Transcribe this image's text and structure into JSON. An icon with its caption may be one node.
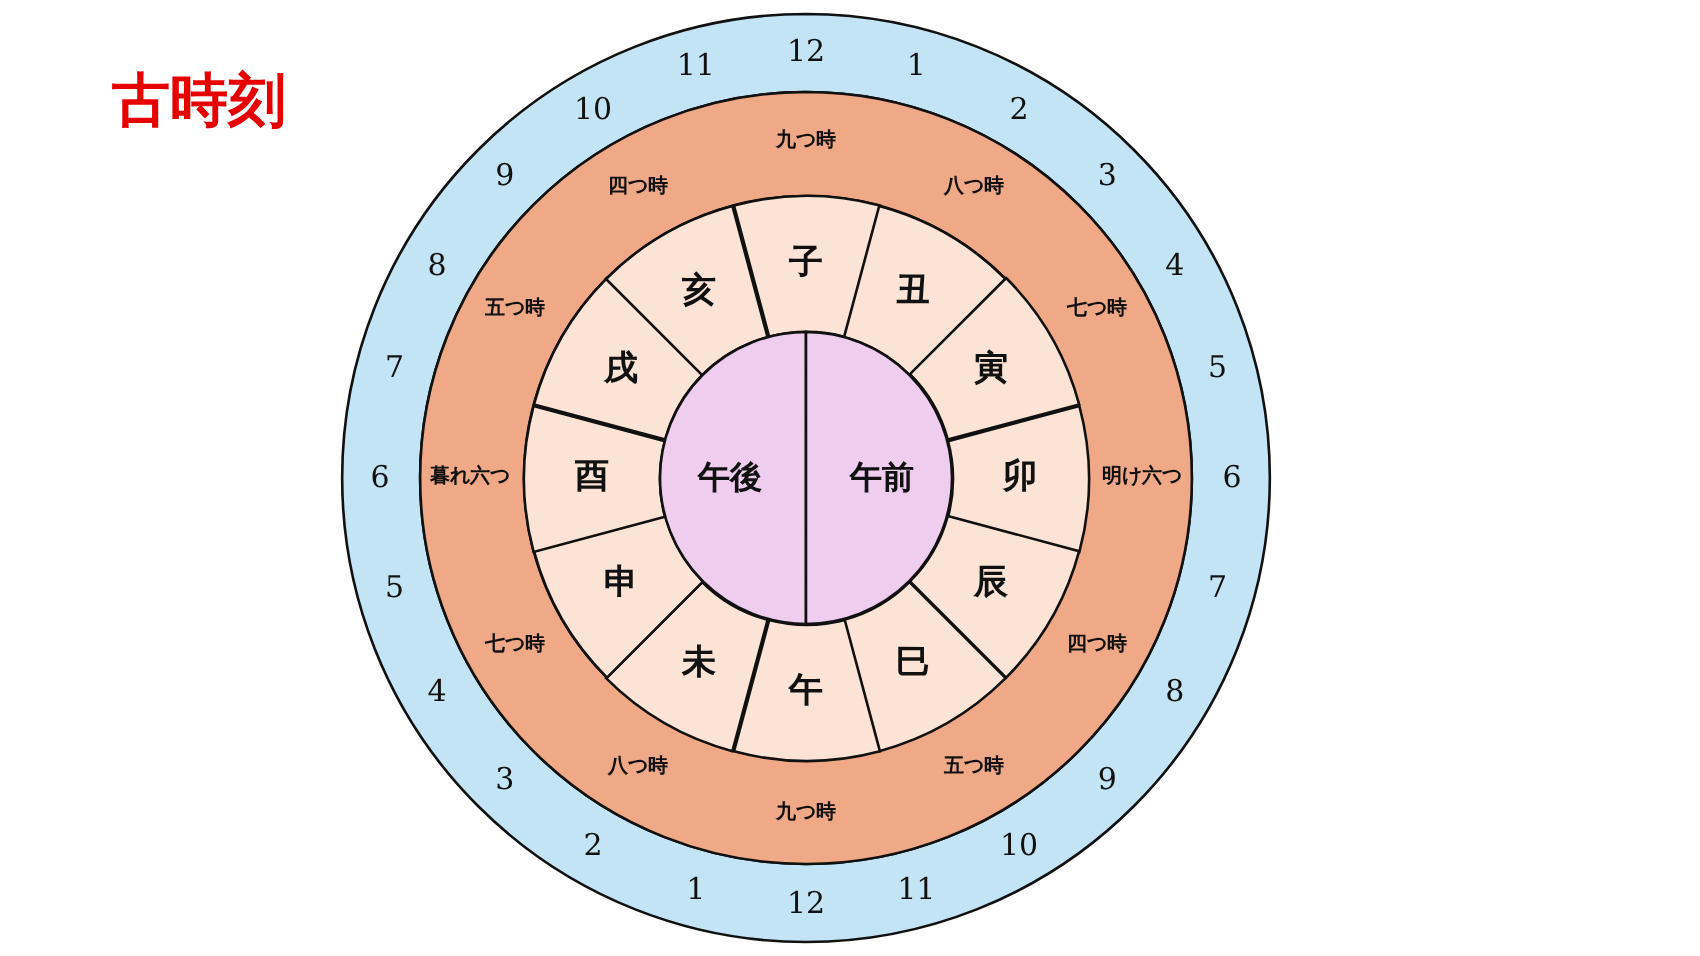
{
  "diagram": {
    "title": "古時刻",
    "nodes": [
      {
        "text": [
          "子"
        ]
      },
      {
        "text": [
          "丑"
        ]
      },
      {
        "text": [
          "寅"
        ]
      },
      {
        "text": [
          "卯"
        ]
      },
      {
        "text": [
          "辰"
        ]
      },
      {
        "text": [
          "巳"
        ]
      },
      {
        "text": [
          "午"
        ]
      },
      {
        "text": [
          "未"
        ]
      },
      {
        "text": [
          "申"
        ]
      },
      {
        "text": [
          "酉"
        ]
      },
      {
        "text": [
          "戌"
        ]
      },
      {
        "text": [
          "亥"
        ]
      },
      {
        "text": [
          "午後"
        ]
      },
      {
        "text": [
          "午前"
        ]
      }
    ],
    "labels": [
      "12",
      "1",
      "2",
      "3",
      "4",
      "5",
      "6",
      "7",
      "8",
      "9",
      "10",
      "11",
      "12",
      "1",
      "2",
      "3",
      "4",
      "5",
      "6",
      "7",
      "8",
      "9",
      "10",
      "11",
      "九つ時",
      "八つ時",
      "七つ時",
      "明け六つ",
      "四つ時",
      "五つ時",
      "九つ時",
      "八つ時",
      "七つ時",
      "暮れ六つ",
      "五つ時",
      "四つ時"
    ]
  }
}
